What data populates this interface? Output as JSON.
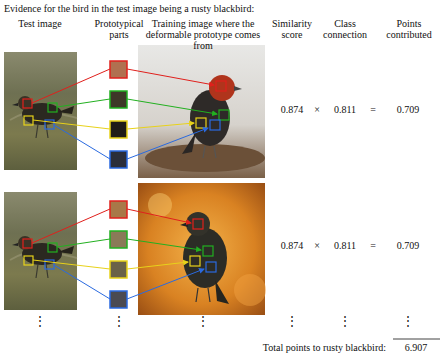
{
  "diagram": {
    "title": "Evidence for the bird in the test image being a rusty blackbird:",
    "labels": [
      "Test image",
      "Prototypical parts",
      "Training image where the deformable prototype comes from",
      "Similarity score",
      "Class connection",
      "Points contributed",
      "0.874",
      "×",
      "0.811",
      "=",
      "0.709",
      "0.874",
      "×",
      "0.811",
      "=",
      "0.709",
      "⋮",
      "⋮",
      "⋮",
      "⋮",
      "⋮",
      "⋮",
      "Total points to rusty blackbird:",
      "6.907"
    ]
  }
}
